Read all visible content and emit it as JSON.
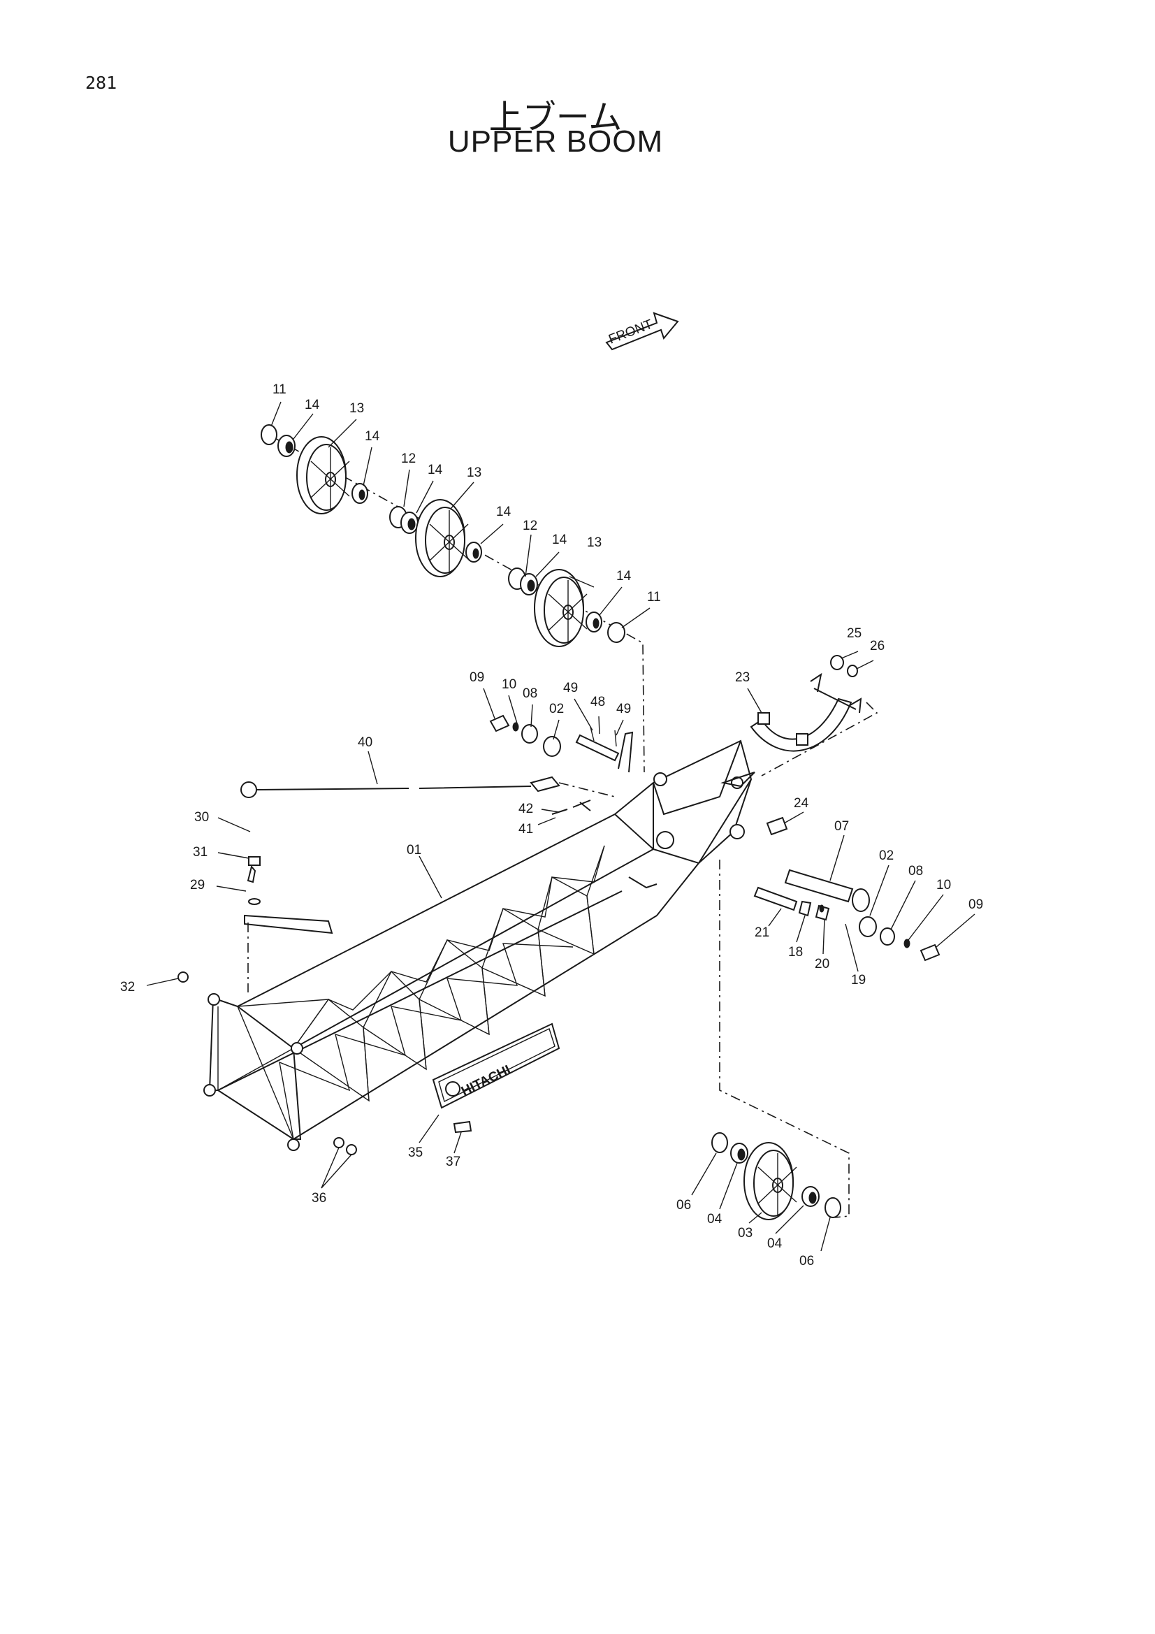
{
  "page_number": "281",
  "title_jp": "上ブーム",
  "title_en": "UPPER BOOM",
  "direction_tag": "FRONT",
  "brand_plate": "HITACHI",
  "callouts": {
    "l11a": "11",
    "l14a": "14",
    "l13a": "13",
    "l14b": "14",
    "l12a": "12",
    "l14c": "14",
    "l13b": "13",
    "l14d": "14",
    "l12b": "12",
    "l14e": "14",
    "l13c": "13",
    "l14f": "14",
    "l11b": "11",
    "l25": "25",
    "l26": "26",
    "l23": "23",
    "l09a": "09",
    "l10a": "10",
    "l08a": "08",
    "l02a": "02",
    "l49a": "49",
    "l48": "48",
    "l49b": "49",
    "l40": "40",
    "l42": "42",
    "l41": "41",
    "l30": "30",
    "l31": "31",
    "l29": "29",
    "l01": "01",
    "l32": "32",
    "l24": "24",
    "l07": "07",
    "l02b": "02",
    "l08b": "08",
    "l10b": "10",
    "l09b": "09",
    "l21": "21",
    "l18": "18",
    "l20": "20",
    "l19": "19",
    "l35": "35",
    "l37": "37",
    "l36": "36",
    "l06a": "06",
    "l04a": "04",
    "l03": "03",
    "l04b": "04",
    "l06b": "06"
  }
}
